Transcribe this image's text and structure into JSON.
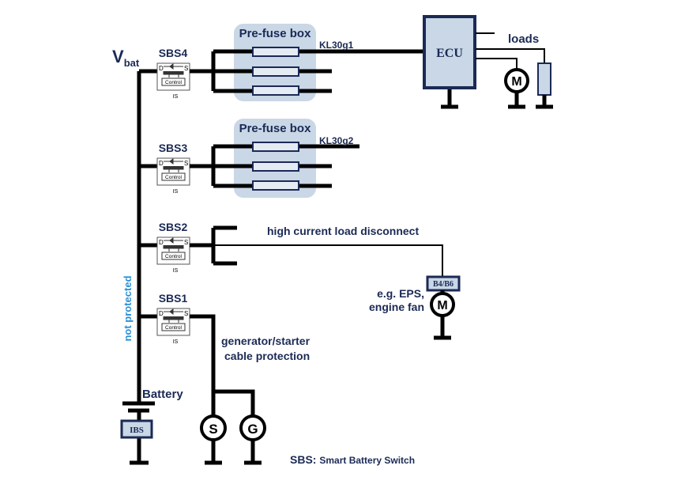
{
  "vbat": {
    "main": "V",
    "sub": "bat"
  },
  "not_protected": "not protected",
  "battery": "Battery",
  "ibs": "IBS",
  "switches": [
    {
      "name": "SBS4",
      "d": "D",
      "s": "S",
      "control": "Control",
      "is": "IS"
    },
    {
      "name": "SBS3",
      "d": "D",
      "s": "S",
      "control": "Control",
      "is": "IS"
    },
    {
      "name": "SBS2",
      "d": "D",
      "s": "S",
      "control": "Control",
      "is": "IS"
    },
    {
      "name": "SBS1",
      "d": "D",
      "s": "S",
      "control": "Control",
      "is": "IS"
    }
  ],
  "prefuse1": "Pre-fuse box",
  "prefuse2": "Pre-fuse box",
  "kl30g1": "KL30g1",
  "kl30g2": "KL30g2",
  "ecu": "ECU",
  "loads": "loads",
  "motor": "M",
  "hcld": "high current load disconnect",
  "b4b6": "B4/B6",
  "eps1": "e.g. EPS,",
  "eps2": "engine fan",
  "gen1": "generator/starter",
  "gen2": "cable protection",
  "starter": "S",
  "generator": "G",
  "legend": {
    "abbr": "SBS:",
    "text": "Smart Battery Switch"
  },
  "colors": {
    "box_fill": "#c9d7e6",
    "navy": "#1b2a55",
    "blue_text": "#2a8fd6"
  }
}
